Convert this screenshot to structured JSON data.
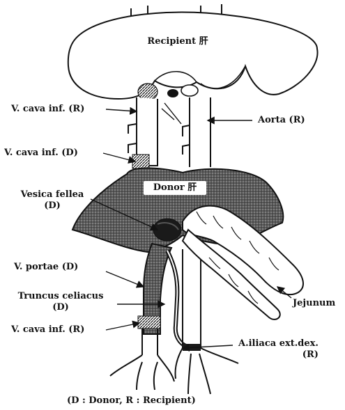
{
  "diagram": {
    "recipient_liver_label": "Recipient 肝",
    "donor_liver_label": "Donor 肝",
    "labels": {
      "vci_r_top": "V. cava inf. (R)",
      "aorta_r": "Aorta (R)",
      "vci_d": "V. cava inf. (D)",
      "vesica_line1": "Vesica fellea",
      "vesica_line2": "(D)",
      "portae_d": "V. portae (D)",
      "truncus_line1": "Truncus celiacus",
      "truncus_line2": "(D)",
      "vci_r_bottom": "V. cava inf. (R)",
      "iliaca_line1": "A.iliaca ext.dex.",
      "iliaca_line2": "(R)",
      "jejunum": "Jejunum"
    },
    "footnote": "(D : Donor, R : Recipient)",
    "colors": {
      "ink": "#111111",
      "donor_fill": "#4a4a4a",
      "gallbladder": "#1a1a1a"
    }
  }
}
